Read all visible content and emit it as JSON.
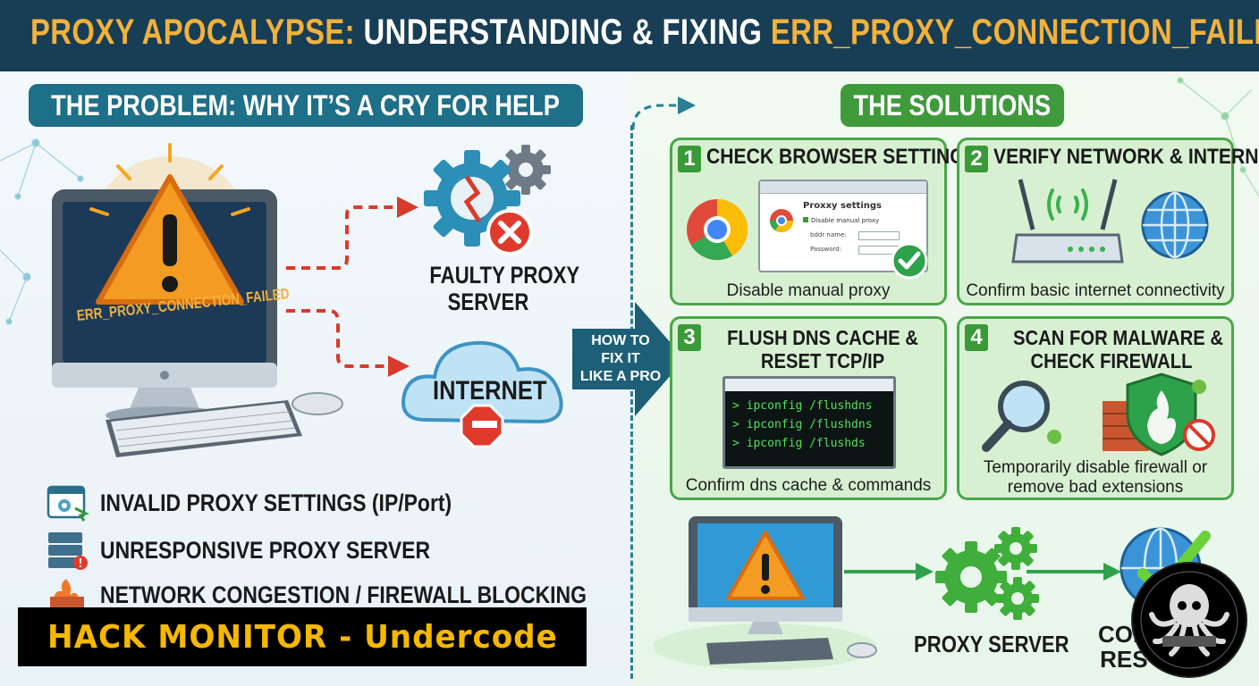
{
  "header": {
    "title_part1": "PROXY APOCALYPSE:",
    "title_part2": " UNDERSTANDING & FIXING ",
    "title_part3": "ERR_PROXY_CONNECTION_FAILED"
  },
  "problem": {
    "heading": "THE PROBLEM: WHY IT’S A CRY FOR HELP",
    "screen_error": "ERR_PROXY_CONNECTION_FAILED",
    "faulty_proxy_label": "FAULTY PROXY\nSERVER",
    "faulty_line1": "FAULTY PROXY",
    "faulty_line2": "SERVER",
    "internet_label": "INTERNET",
    "causes": [
      {
        "label": "INVALID PROXY SETTINGS (IP/Port)",
        "icon": "settings-window-icon"
      },
      {
        "label": "UNRESPONSIVE PROXY SERVER",
        "icon": "server-alert-icon"
      },
      {
        "label": "NETWORK CONGESTION / FIREWALL BLOCKING",
        "icon": "firewall-icon"
      }
    ]
  },
  "how_to": {
    "line1": "HOW TO",
    "line2": "FIX IT",
    "line3": "LIKE A PRO"
  },
  "solutions": {
    "heading": "THE SOLUTIONS",
    "cards": [
      {
        "num": "1",
        "title": "CHECK BROWSER SETTINGS",
        "caption": "Disable manual proxy",
        "dialog_title": "Proxxy settings",
        "dialog_checkbox": "Disable manual proxy",
        "dialog_field1": "bddr name:",
        "dialog_field2": "Password:"
      },
      {
        "num": "2",
        "title": "VERIFY NETWORK & INTERNET",
        "caption": "Confirm basic internet connectivity"
      },
      {
        "num": "3",
        "title_line1": "FLUSH DNS CACHE &",
        "title_line2": "RESET TCP/IP",
        "caption": "Confirm dns cache & commands",
        "terminal": [
          "> ipconfig /flushdns",
          "> ipconfig /flushdns",
          "> ipconfig /flushds"
        ]
      },
      {
        "num": "4",
        "title_line1": "SCAN FOR MALWARE &",
        "title_line2": "CHECK FIREWALL",
        "caption_line1": "Temporarily disable firewall or",
        "caption_line2": "remove bad extensions"
      }
    ],
    "flow_proxy_label": "PROXY SERVER",
    "flow_end_line1": "CON",
    "flow_end_line2": "RES"
  },
  "watermark": "HACK MONITOR - Undercode",
  "colors": {
    "header": "#173e55",
    "accent_orange": "#f2b13d",
    "problem_teal": "#1e6f88",
    "solution_green": "#3f9a3c",
    "error_red": "#d93a2b"
  }
}
